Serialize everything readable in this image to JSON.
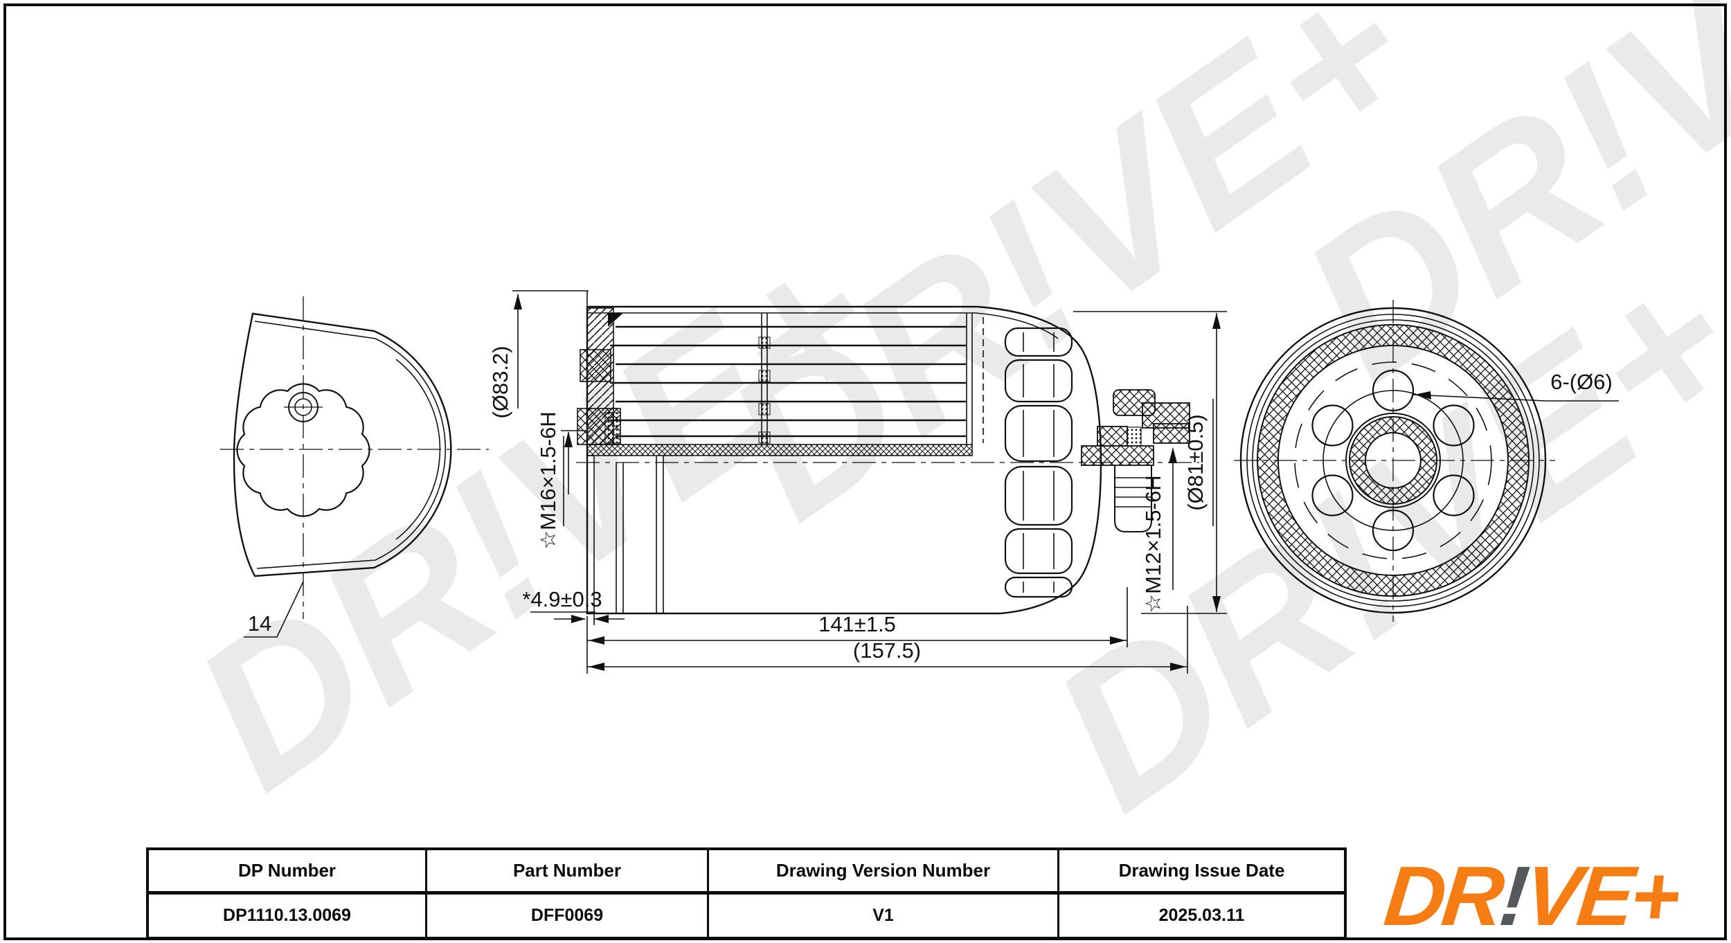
{
  "page": {
    "background": "#ffffff",
    "border_color": "#0a0a0a"
  },
  "drawing": {
    "watermark": "DR!VE+",
    "views": {
      "left": {
        "ref_label": "14"
      },
      "middle": {
        "dia_top": "(Ø83.2)",
        "thread_left": "☆M16×1.5-6H",
        "crimp_width": "*4.9±0.3",
        "length_main": "141±1.5",
        "length_overall": "(157.5)",
        "dia_right": "(Ø81±0.5)",
        "thread_right": "☆M12×1.5-6H"
      },
      "right": {
        "holes_label": "6-(Ø6)"
      }
    }
  },
  "title_block": {
    "columns": [
      {
        "header": "DP Number",
        "value": "DP1110.13.0069"
      },
      {
        "header": "Part Number",
        "value": "DFF0069"
      },
      {
        "header": "Drawing Version Number",
        "value": "V1"
      },
      {
        "header": "Drawing Issue Date",
        "value": "2025.03.11"
      }
    ]
  },
  "logo": {
    "part1": "DR",
    "bang": "!",
    "part2": "VE+",
    "orange": "#f57d14",
    "gray": "#55585a"
  }
}
